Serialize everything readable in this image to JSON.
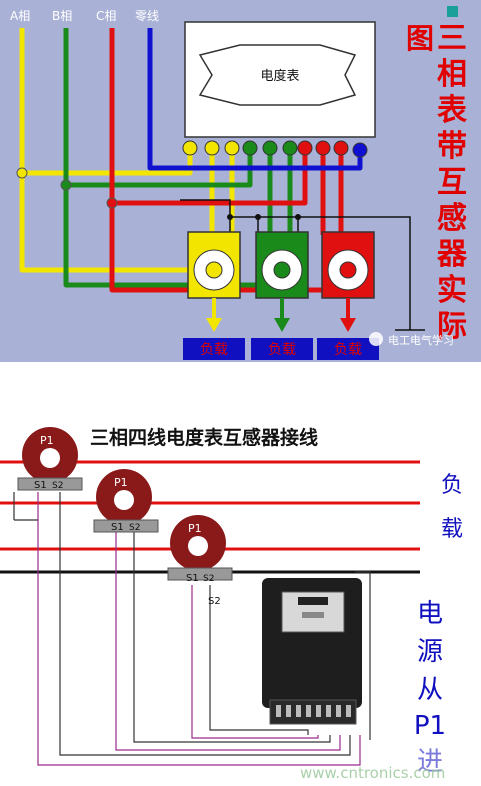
{
  "top": {
    "phase_labels": [
      "A相",
      "B相",
      "C相",
      "零线"
    ],
    "meter_label": "电度表",
    "side_title": "图三相表带互感器实际",
    "loads": [
      "负载",
      "负载",
      "负载"
    ],
    "watermark": "电工电气学习"
  },
  "bottom": {
    "title": "三相四线电度表互感器接线",
    "ct_labels": {
      "p1": "P1",
      "s1": "S1",
      "s2": "S2"
    },
    "s2_extra": "S2",
    "right_load": [
      "负",
      "载"
    ],
    "right_source": [
      "电",
      "源",
      "从",
      "P1",
      "进"
    ],
    "watermark": "www.cntronics.com"
  },
  "colors": {
    "phase_a": "#f2e600",
    "phase_b": "#1a8a1a",
    "phase_c": "#e01010",
    "neutral": "#1010d0",
    "top_bg": "#a9b2d6",
    "title_red": "#e00000"
  }
}
